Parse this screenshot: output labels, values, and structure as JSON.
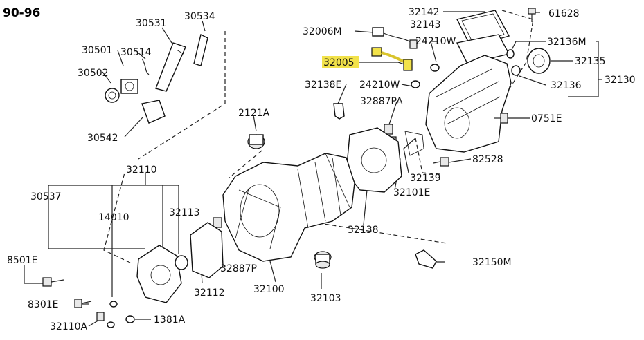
{
  "title": "90-96",
  "highlight_color": "#f2e24a",
  "labels": {
    "p32142": "32142",
    "p61628": "61628",
    "p32143": "32143",
    "p32136M": "32136M",
    "p32006M": "32006M",
    "p24210W_a": "24210W",
    "p32135": "32135",
    "p32130": "32130",
    "p32005": "32005",
    "p32136": "32136",
    "p32138E": "32138E",
    "p24210W_b": "24210W",
    "p32887PA": "32887PA",
    "p0751E": "0751E",
    "p2121A": "2121A",
    "p82528": "82528",
    "p32139": "32139",
    "p32101E": "32101E",
    "p32110": "32110",
    "p30537": "30537",
    "p14010": "14010",
    "p32113": "32113",
    "p32138": "32138",
    "p8501E": "8501E",
    "p32887P": "32887P",
    "p32150M": "32150M",
    "p8301E": "8301E",
    "p32112": "32112",
    "p32100": "32100",
    "p32103": "32103",
    "p32110A": "32110A",
    "p1381A": "1381A",
    "p30531": "30531",
    "p30534": "30534",
    "p30501": "30501",
    "p30514": "30514",
    "p30502": "30502",
    "p30542": "30542"
  }
}
